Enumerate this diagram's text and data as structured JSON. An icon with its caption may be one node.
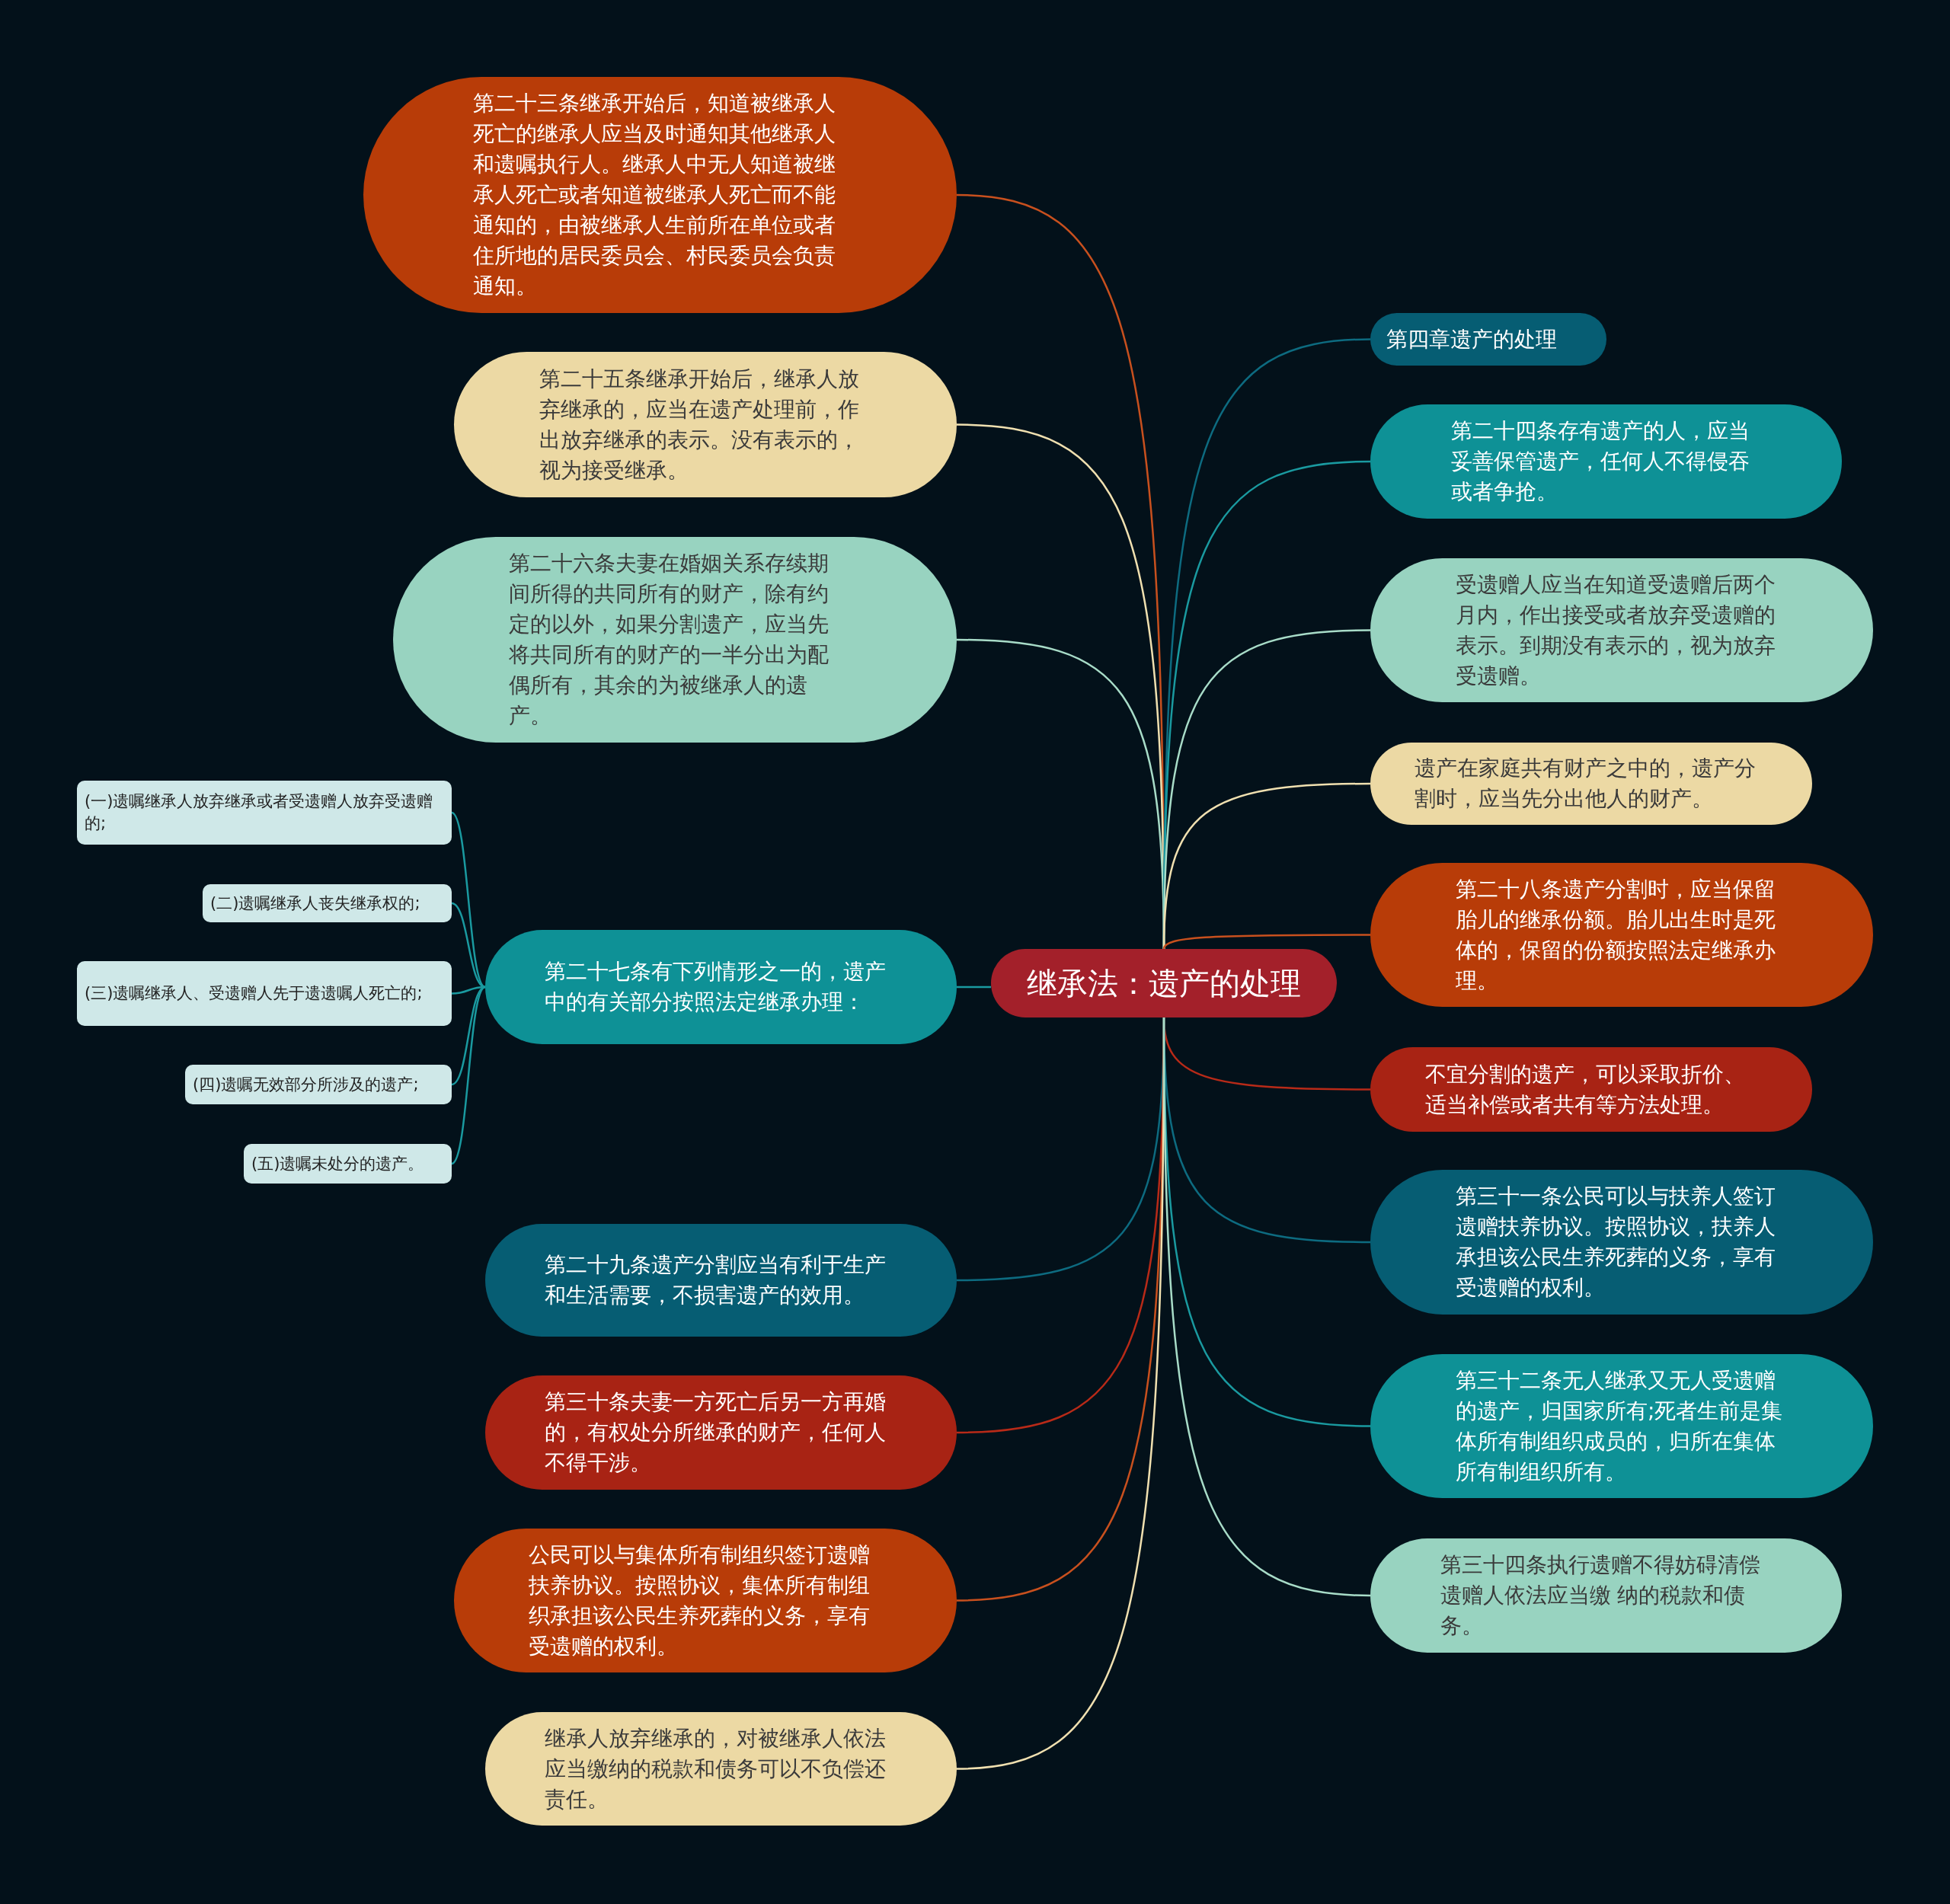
{
  "diagram": {
    "nodes": [
      {
        "text": [
          "继承法：遗产的处理"
        ]
      },
      {
        "text": [
          "第二十三条继承开始后，知道被继承人死亡的继承人应当及时通知其他继承人和遗嘱执行人。继承人中无人知道被继承人死亡或者知道被继承人死亡而不能通知的，由被继承人生前所在单位或者住所地的居民委员会、村民委员会负责通知。"
        ]
      },
      {
        "text": [
          "第二十五条继承开始后，继承人放弃继承的，应当在遗产处理前，作出放弃继承的表示。没有表示的，视为接受继承。"
        ]
      },
      {
        "text": [
          "第二十六条夫妻在婚姻关系存续期间所得的共同所有的财产，除有约定的以外，如果分割遗产，应当先将共同所有的财产的一半分出为配偶所有，其余的为被继承人的遗产。"
        ]
      },
      {
        "text": [
          "第二十七条有下列情形之一的，遗产中的有关部分按照法定继承办理："
        ]
      },
      {
        "text": [
          "(一)遗嘱继承人放弃继承或者受遗赠人放弃受遗赠的;"
        ]
      },
      {
        "text": [
          "(二)遗嘱继承人丧失继承权的;"
        ]
      },
      {
        "text": [
          "(三)遗嘱继承人、受遗赠人先于遗遗嘱人死亡的;"
        ]
      },
      {
        "text": [
          "(四)遗嘱无效部分所涉及的遗产;"
        ]
      },
      {
        "text": [
          "(五)遗嘱未处分的遗产。"
        ]
      },
      {
        "text": [
          "第二十九条遗产分割应当有利于生产和生活需要，不损害遗产的效用。"
        ]
      },
      {
        "text": [
          "第三十条夫妻一方死亡后另一方再婚的，有权处分所继承的财产，任何人不得干涉。"
        ]
      },
      {
        "text": [
          "公民可以与集体所有制组织签订遗赠扶养协议。按照协议，集体所有制组织承担该公民生养死葬的义务，享有受遗赠的权利。"
        ]
      },
      {
        "text": [
          "继承人放弃继承的，对被继承人依法应当缴纳的税款和债务可以不负偿还责任。"
        ]
      },
      {
        "text": [
          "第四章遗产的处理"
        ]
      },
      {
        "text": [
          "第二十四条存有遗产的人，应当妥善保管遗产，任何人不得侵吞或者争抢。"
        ]
      },
      {
        "text": [
          "受遗赠人应当在知道受遗赠后两个月内，作出接受或者放弃受遗赠的表示。到期没有表示的，视为放弃受遗赠。"
        ]
      },
      {
        "text": [
          "遗产在家庭共有财产之中的，遗产分割时，应当先分出他人的财产。"
        ]
      },
      {
        "text": [
          "第二十八条遗产分割时，应当保留胎儿的继承份额。胎儿出生时是死体的，保留的份额按照法定继承办理。"
        ]
      },
      {
        "text": [
          "不宜分割的遗产，可以采取折价、适当补偿或者共有等方法处理。"
        ]
      },
      {
        "text": [
          "第三十一条公民可以与扶养人签订遗赠扶养协议。按照协议，扶养人承担该公民生养死葬的义务，享有受遗赠的权利。"
        ]
      },
      {
        "text": [
          "第三十二条无人继承又无人受遗赠的遗产，归国家所有;死者生前是集体所有制组织成员的，归所在集体所有制组织所有。"
        ]
      },
      {
        "text": [
          "第三十四条执行遗赠不得妨碍清偿遗赠人依法应当缴 纳的税款和债务。"
        ]
      }
    ],
    "edges": [
      {
        "from": 0,
        "to": 1,
        "arrow": "none",
        "color": "#c8501e"
      },
      {
        "from": 0,
        "to": 2,
        "arrow": "none",
        "color": "#f0e0b0"
      },
      {
        "from": 0,
        "to": 3,
        "arrow": "none",
        "color": "#a8dcc8"
      },
      {
        "from": 0,
        "to": 4,
        "arrow": "none",
        "color": "#1a9aa0"
      },
      {
        "from": 4,
        "to": 5,
        "arrow": "none",
        "color": "#1a9aa0"
      },
      {
        "from": 4,
        "to": 6,
        "arrow": "none",
        "color": "#1a9aa0"
      },
      {
        "from": 4,
        "to": 7,
        "arrow": "none",
        "color": "#1a9aa0"
      },
      {
        "from": 4,
        "to": 8,
        "arrow": "none",
        "color": "#1a9aa0"
      },
      {
        "from": 4,
        "to": 9,
        "arrow": "none",
        "color": "#1a9aa0"
      },
      {
        "from": 0,
        "to": 10,
        "arrow": "none",
        "color": "#0d6b80"
      },
      {
        "from": 0,
        "to": 11,
        "arrow": "none",
        "color": "#b82a18"
      },
      {
        "from": 0,
        "to": 12,
        "arrow": "none",
        "color": "#c8501e"
      },
      {
        "from": 0,
        "to": 13,
        "arrow": "none",
        "color": "#f0e0b0"
      },
      {
        "from": 0,
        "to": 14,
        "arrow": "none",
        "color": "#0d6b80"
      },
      {
        "from": 0,
        "to": 15,
        "arrow": "none",
        "color": "#1a9aa0"
      },
      {
        "from": 0,
        "to": 16,
        "arrow": "none",
        "color": "#a8dcc8"
      },
      {
        "from": 0,
        "to": 17,
        "arrow": "none",
        "color": "#f0e0b0"
      },
      {
        "from": 0,
        "to": 18,
        "arrow": "none",
        "color": "#c8501e"
      },
      {
        "from": 0,
        "to": 19,
        "arrow": "none",
        "color": "#b82a18"
      },
      {
        "from": 0,
        "to": 20,
        "arrow": "none",
        "color": "#0d6b80"
      },
      {
        "from": 0,
        "to": 21,
        "arrow": "none",
        "color": "#1a9aa0"
      },
      {
        "from": 0,
        "to": 22,
        "arrow": "none",
        "color": "#a8dcc8"
      }
    ]
  }
}
